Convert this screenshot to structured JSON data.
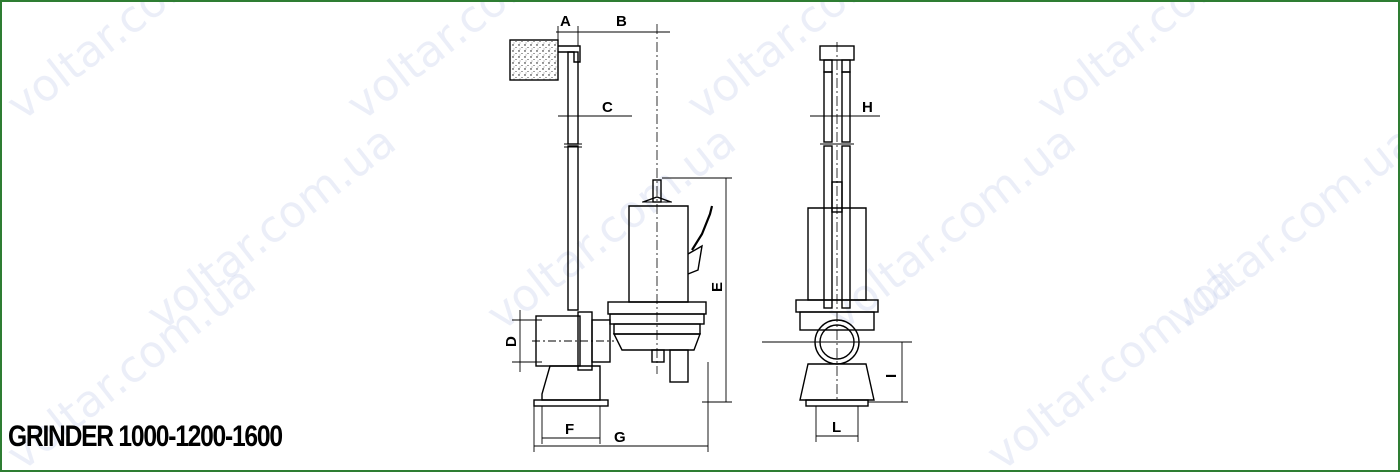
{
  "title": "GRINDER 1000-1200-1600",
  "watermark": "voltar.com.ua",
  "colors": {
    "border": "#2e7d32",
    "line": "#000000"
  },
  "dimensions": {
    "A": "A",
    "B": "B",
    "C": "C",
    "D": "D",
    "E": "E",
    "F": "F",
    "G": "G",
    "H": "H",
    "I": "I",
    "L": "L"
  },
  "views": {
    "side": "side-view",
    "front": "front-view"
  }
}
